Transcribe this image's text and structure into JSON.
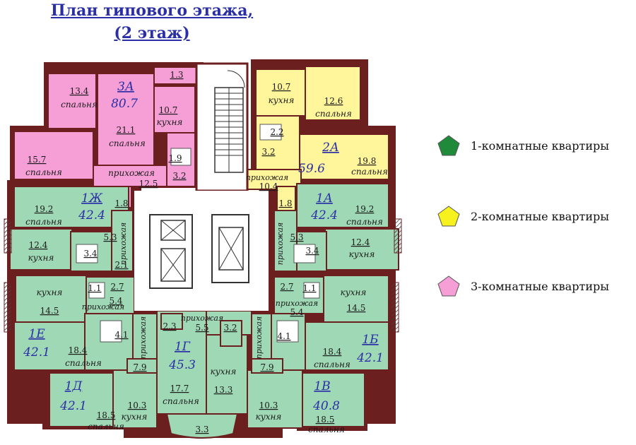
{
  "title": {
    "line1": "План типового этажа,",
    "line2": "(2 этаж)"
  },
  "colors": {
    "one_room": "#9fd8b5",
    "two_room": "#fff59a",
    "three_room": "#f59fd6",
    "wall": "#6b1f1f",
    "title": "#2b2fa6"
  },
  "legend": [
    {
      "label": "1-комнатные квартиры",
      "color": "#1e8a3a"
    },
    {
      "label": "2-комнатные квартиры",
      "color": "#f7f21d"
    },
    {
      "label": "3-комнатные квартиры",
      "color": "#f59fd6"
    }
  ],
  "apartments": {
    "a3": {
      "id": "3А",
      "area": "80.7"
    },
    "a2": {
      "id": "2А",
      "area": "59.6"
    },
    "a1zh": {
      "id": "1Ж",
      "area": "42.4"
    },
    "a1a": {
      "id": "1А",
      "area": "42.4"
    },
    "a1e": {
      "id": "1Е",
      "area": "42.1"
    },
    "a1b": {
      "id": "1Б",
      "area": "42.1"
    },
    "a1g": {
      "id": "1Г",
      "area": "45.3"
    },
    "a1d": {
      "id": "1Д",
      "area": "42.1"
    },
    "a1v": {
      "id": "1В",
      "area": "40.8"
    }
  },
  "rooms": {
    "r_13_4": {
      "area": "13.4",
      "name": "спальня"
    },
    "r_1_3": {
      "area": "1.3"
    },
    "r_10_7k": {
      "area": "10.7",
      "name": "кухня"
    },
    "r_21_1": {
      "area": "21.1",
      "name": "спальня"
    },
    "r_15_7": {
      "area": "15.7",
      "name": "спальня"
    },
    "r_1_9": {
      "area": "1.9"
    },
    "r_3_2a": {
      "area": "3.2"
    },
    "r_12_5": {
      "area": "12.5",
      "name": "прихожая"
    },
    "r_1_8a": {
      "area": "1.8"
    },
    "r_10_7b": {
      "area": "10.7",
      "name": "кухня"
    },
    "r_12_6": {
      "area": "12.6",
      "name": "спальня"
    },
    "r_2_2": {
      "area": "2.2"
    },
    "r_3_2b": {
      "area": "3.2"
    },
    "r_19_8": {
      "area": "19.8",
      "name": "спальня"
    },
    "r_10_4": {
      "area": "10.4",
      "name": "прихожая"
    },
    "r_1_8b": {
      "area": "1.8"
    },
    "r_19_2a": {
      "area": "19.2",
      "name": "спальня"
    },
    "r_12_4a": {
      "area": "12.4",
      "name": "кухня"
    },
    "r_3_4a": {
      "area": "3.4"
    },
    "r_5_3a": {
      "area": "5.3",
      "name": "прихожая"
    },
    "r_2_1": {
      "area": "2.1"
    },
    "r_19_2b": {
      "area": "19.2",
      "name": "спальня"
    },
    "r_12_4b": {
      "area": "12.4",
      "name": "кухня"
    },
    "r_3_4b": {
      "area": "3.4"
    },
    "r_5_3b": {
      "area": "5.3",
      "name": "прихожая"
    },
    "r_14_5a": {
      "area": "14.5",
      "name": "кухня"
    },
    "r_2_7a": {
      "area": "2.7"
    },
    "r_1_1a": {
      "area": "1.1"
    },
    "r_5_4a": {
      "area": "5.4",
      "name": "прихожая"
    },
    "r_14_5b": {
      "area": "14.5",
      "name": "кухня"
    },
    "r_2_7b": {
      "area": "2.7"
    },
    "r_1_1b": {
      "area": "1.1"
    },
    "r_5_4b": {
      "area": "5.4",
      "name": "прихожая"
    },
    "r_18_4a": {
      "area": "18.4",
      "name": "спальня"
    },
    "r_4_1a": {
      "area": "4.1"
    },
    "r_7_9a": {
      "area": "7.9",
      "name": "прихожая"
    },
    "r_18_4b": {
      "area": "18.4",
      "name": "спальня"
    },
    "r_4_1b": {
      "area": "4.1"
    },
    "r_7_9b": {
      "area": "7.9",
      "name": "прихожая"
    },
    "r_2_3": {
      "area": "2.3"
    },
    "r_5_5": {
      "area": "5.5",
      "name": "прихожая"
    },
    "r_3_2c": {
      "area": "3.2"
    },
    "r_17_7": {
      "area": "17.7",
      "name": "спальня"
    },
    "r_13_3": {
      "area": "13.3",
      "name": "кухня"
    },
    "r_3_3": {
      "area": "3.3"
    },
    "r_18_5a": {
      "area": "18.5",
      "name": "спальня"
    },
    "r_10_3a": {
      "area": "10.3",
      "name": "кухня"
    },
    "r_18_5b": {
      "area": "18.5",
      "name": "спальня"
    },
    "r_10_3b": {
      "area": "10.3",
      "name": "кухня"
    }
  }
}
